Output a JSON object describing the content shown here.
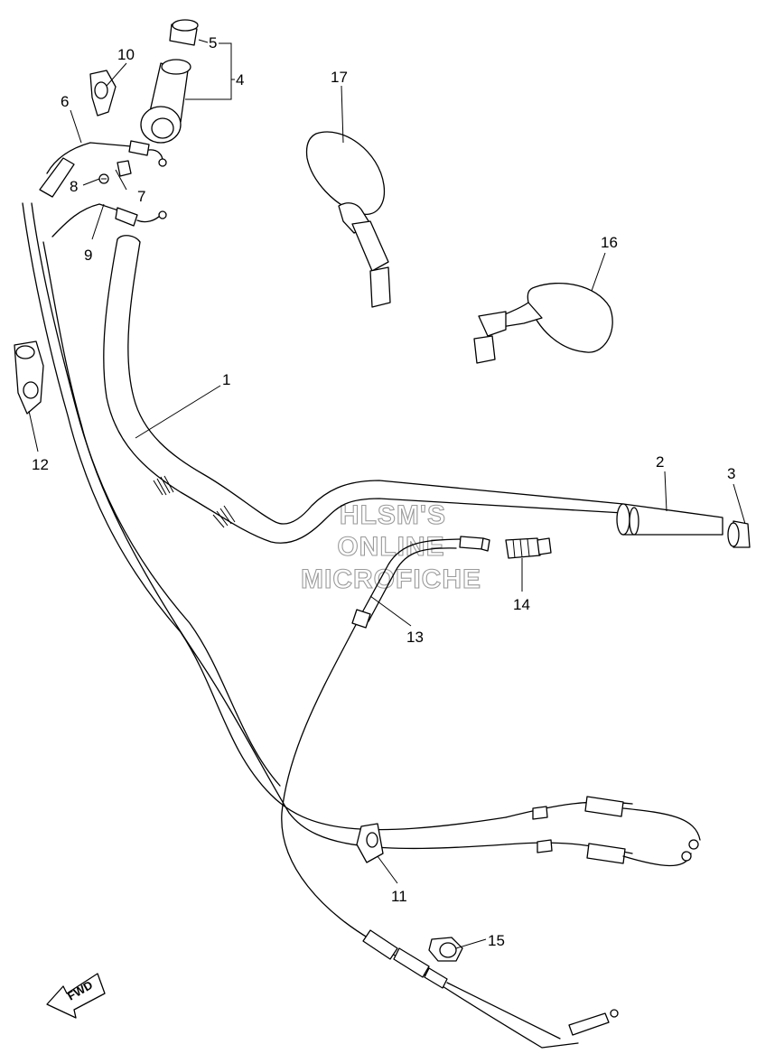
{
  "watermark": {
    "line1": "HLSM'S",
    "line2": "ONLINE",
    "line3": "MICROFICHE"
  },
  "direction_label": "FWD",
  "callouts": {
    "n1": "1",
    "n2": "2",
    "n3": "3",
    "n4": "4",
    "n5": "5",
    "n6": "6",
    "n7": "7",
    "n8": "8",
    "n9": "9",
    "n10": "10",
    "n11": "11",
    "n12": "12",
    "n13": "13",
    "n14": "14",
    "n15": "15",
    "n16": "16",
    "n17": "17"
  }
}
